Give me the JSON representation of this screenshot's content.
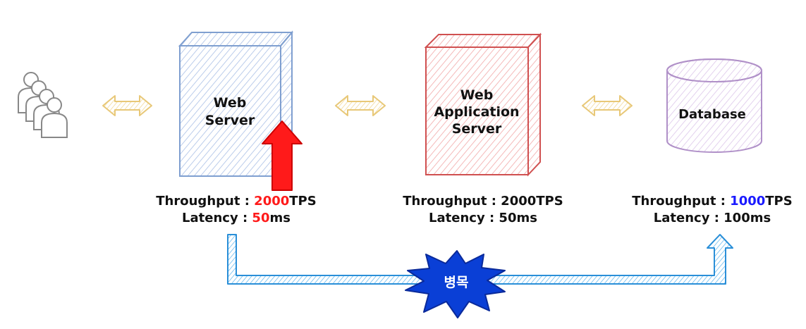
{
  "colors": {
    "web_server": "#7f9fd0",
    "was": "#d05050",
    "database": "#b090c8",
    "highlight_red": "#ff1a1a",
    "highlight_blue": "#1a1aff",
    "bottleneck_star": "#0a3fd6",
    "connector_arrow": "#e8c878",
    "flow_arrow": "#2a8fd8"
  },
  "users": {
    "icon": "users-group-icon"
  },
  "nodes": {
    "web_server": {
      "line1": "Web",
      "line2": "Server"
    },
    "was": {
      "line1": "Web",
      "line2": "Application",
      "line3": "Server"
    },
    "database": {
      "label": "Database"
    }
  },
  "metrics": {
    "web_server": {
      "throughput_label": "Throughput : ",
      "throughput_value": "2000",
      "throughput_unit": "TPS",
      "latency_label": "Latency : ",
      "latency_value": "50",
      "latency_unit": "ms"
    },
    "was": {
      "throughput": "Throughput : 2000TPS",
      "latency": "Latency : 50ms"
    },
    "database": {
      "throughput_label": "Throughput : ",
      "throughput_value": "1000",
      "throughput_unit": "TPS",
      "latency": "Latency : 100ms"
    }
  },
  "bottleneck": {
    "label": "병목"
  }
}
